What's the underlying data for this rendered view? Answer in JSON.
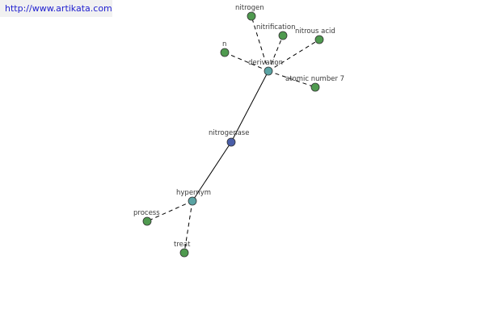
{
  "site_url": "http://www.artikata.com",
  "colors": {
    "leaf": "#4f9a4f",
    "relation": "#5aa3a3",
    "root": "#4a5ea8",
    "edge": "#000000"
  },
  "nodes": {
    "nitrogenase": "nitrogenase",
    "derivation": "derivation",
    "hypernym": "hypernym",
    "nitrogen": "nitrogen",
    "nitrification": "nitrification",
    "nitrous_acid": "nitrous acid",
    "n": "n",
    "atomic_number_7": "atomic number 7",
    "process": "process",
    "treat": "treat"
  }
}
